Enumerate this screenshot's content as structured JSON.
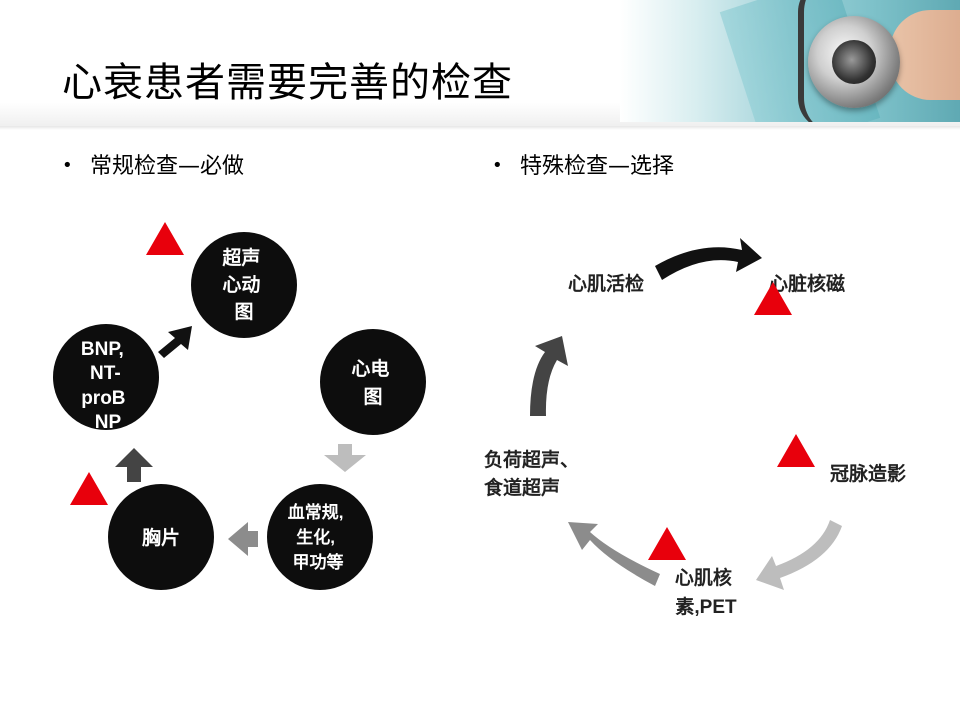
{
  "title": "心衰患者需要完善的检查",
  "bullets": [
    {
      "text": "常规检查—必做"
    },
    {
      "text": "特殊检查—选择"
    }
  ],
  "routine_cycle": {
    "nodes": [
      {
        "lines": [
          "超声",
          "心动",
          "图"
        ]
      },
      {
        "lines": [
          "心电",
          "图"
        ]
      },
      {
        "lines": [
          "血常规,",
          "生化,",
          "甲功等"
        ]
      },
      {
        "lines": [
          "胸片"
        ]
      },
      {
        "lines": [
          "BNP,",
          "NT-",
          "proB",
          "NP"
        ]
      }
    ]
  },
  "special_cycle": {
    "nodes": [
      {
        "lines": [
          "心脏核磁"
        ]
      },
      {
        "lines": [
          "冠脉造影"
        ]
      },
      {
        "lines": [
          "心肌核",
          "素,PET"
        ]
      },
      {
        "lines": [
          "负荷超声、",
          "食道超声"
        ]
      },
      {
        "lines": [
          "心肌活检"
        ]
      }
    ]
  },
  "colors": {
    "circle_fill": "#0d0d0d",
    "marker": "#e8000c",
    "arrow_black": "#111111",
    "arrow_dark": "#444444",
    "arrow_mid": "#8c8c8c",
    "arrow_light": "#bdbdbd"
  },
  "icons": {
    "marker": "red-triangle",
    "bullet": "bullet-dot"
  }
}
